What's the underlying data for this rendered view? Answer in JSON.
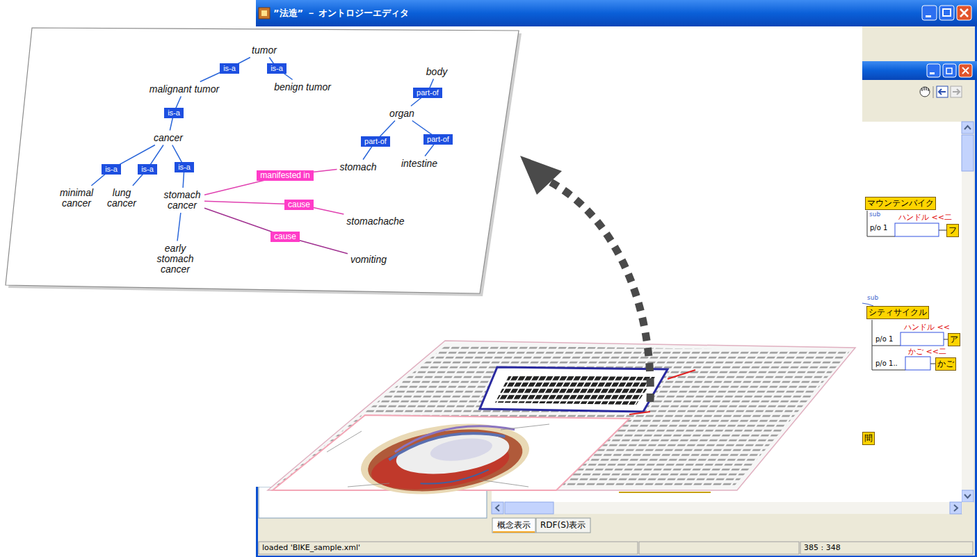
{
  "diagram": {
    "nodes": [
      {
        "text": [
          "tumor"
        ]
      },
      {
        "text": [
          "malignant tumor"
        ]
      },
      {
        "text": [
          "benign tumor"
        ]
      },
      {
        "text": [
          "cancer"
        ]
      },
      {
        "text": [
          "minimal cancer"
        ]
      },
      {
        "text": [
          "lung cancer"
        ]
      },
      {
        "text": [
          "stomach cancer"
        ]
      },
      {
        "text": [
          "early stomach cancer"
        ]
      },
      {
        "text": [
          "body"
        ]
      },
      {
        "text": [
          "organ"
        ]
      },
      {
        "text": [
          "stomach"
        ]
      },
      {
        "text": [
          "intestine"
        ]
      },
      {
        "text": [
          "stomachache"
        ]
      },
      {
        "text": [
          "vomiting"
        ]
      },
      {
        "text": [
          "マウンテンバイク"
        ]
      },
      {
        "text": [
          "フ"
        ]
      },
      {
        "text": [
          "シティサイクル"
        ]
      },
      {
        "text": [
          "ア"
        ]
      },
      {
        "text": [
          "かご"
        ]
      },
      {
        "text": [
          "間"
        ]
      }
    ],
    "edges": [
      {
        "from": 0,
        "to": 1,
        "label": "is-a",
        "arrow": "none"
      },
      {
        "from": 0,
        "to": 2,
        "label": "is-a",
        "arrow": "none"
      },
      {
        "from": 1,
        "to": 3,
        "label": "is-a",
        "arrow": "none"
      },
      {
        "from": 3,
        "to": 4,
        "label": "is-a",
        "arrow": "none"
      },
      {
        "from": 3,
        "to": 5,
        "label": "is-a",
        "arrow": "none"
      },
      {
        "from": 3,
        "to": 6,
        "label": "is-a",
        "arrow": "none"
      },
      {
        "from": 6,
        "to": 7,
        "arrow": "none"
      },
      {
        "from": 8,
        "to": 9,
        "label": "part-of",
        "arrow": "none"
      },
      {
        "from": 9,
        "to": 10,
        "label": "part-of",
        "arrow": "none"
      },
      {
        "from": 9,
        "to": 11,
        "label": "part-of",
        "arrow": "none"
      },
      {
        "from": 6,
        "to": 10,
        "label": "manifested in",
        "arrow": "none"
      },
      {
        "from": 6,
        "to": 12,
        "label": "cause",
        "arrow": "none"
      },
      {
        "from": 6,
        "to": 13,
        "label": "cause",
        "arrow": "none"
      }
    ],
    "labels": [
      "”法造” － オントロジーエディタ",
      "sub",
      "p/o 1",
      "ハンドル <<二",
      "sub",
      "p/o 1",
      "ハンドル <<",
      "p/o 1..",
      "かご <<二",
      "概念表示",
      "RDF(S)表示",
      "loaded 'BIKE_sample.xml'",
      "385 : 348"
    ]
  }
}
